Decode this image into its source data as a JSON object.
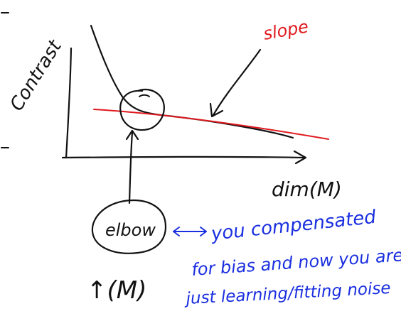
{
  "colors": {
    "black_ink": "#111111",
    "red_ink": "#e0191f",
    "blue_ink": "#1a2fe0",
    "background": "#ffffff"
  },
  "diagram": {
    "ylabel": "Contrast",
    "xlabel": "dim(M)",
    "slope_label": "slope",
    "elbow_label": "elbow",
    "m_label": "↑(M)",
    "note_lines": [
      "you compensated",
      "for bias and now you are",
      "just learning/fitting noise"
    ]
  }
}
